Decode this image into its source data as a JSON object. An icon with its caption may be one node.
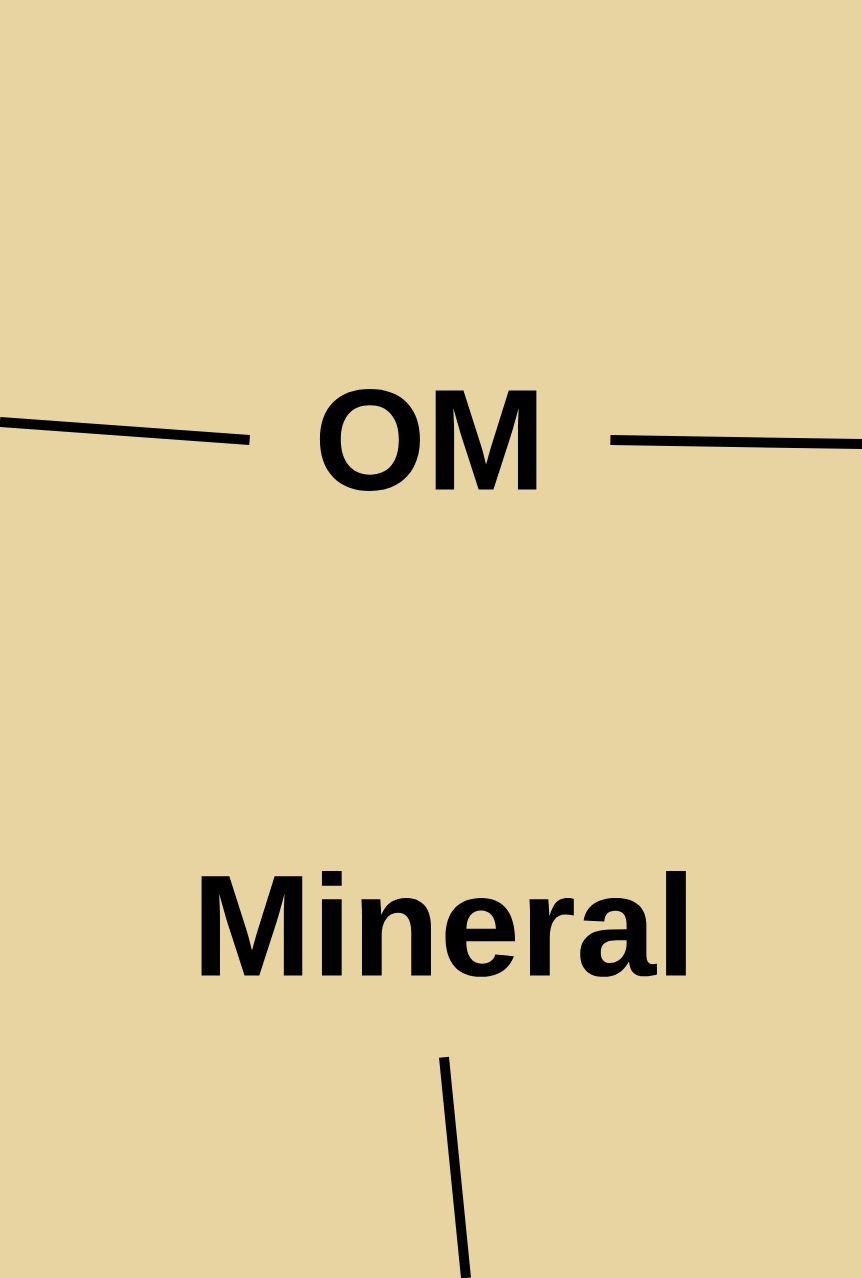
{
  "diagram": {
    "nodes": [
      {
        "text": [
          "OM"
        ]
      },
      {
        "text": [
          "Mineral"
        ]
      }
    ],
    "edges": [
      {
        "from": null,
        "to": 0,
        "arrow": "none"
      },
      {
        "from": 0,
        "to": null,
        "arrow": "none"
      },
      {
        "from": 1,
        "to": null,
        "arrow": "none"
      }
    ]
  }
}
